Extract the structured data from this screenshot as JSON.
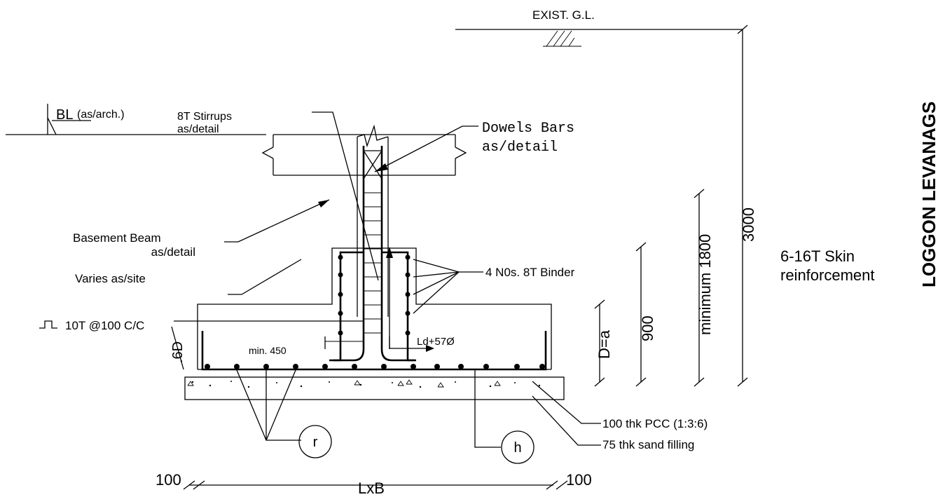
{
  "labels": {
    "exist_gl": "EXIST. G.L.",
    "bl": "BL",
    "bl_note": "(as/arch.)",
    "stirrups": "8T Stirrups",
    "stirrups_note": "as/detail",
    "dowels": "Dowels Bars",
    "dowels_note": "as/detail",
    "basement_beam": "Basement Beam",
    "basement_beam_note": "as/detail",
    "varies": "Varies as/site",
    "binder": "4 N0s. 8T Binder",
    "rebar_spacing": "10T @100 C/C",
    "min_450": "min. 450",
    "lap": "Ld+57Ø",
    "pcc": "100 thk PCC (1:3:6)",
    "sand": "75 thk sand filling",
    "r_tag": "r",
    "h_tag": "h",
    "lxb": "LxB",
    "dim_100_left": "100",
    "dim_100_right": "100",
    "dim_6d": ".6D",
    "dim_d": "D=a",
    "dim_900": "900",
    "dim_min1800": "minimum 1800",
    "dim_3000": "3000",
    "skin_line1": "6-16T Skin",
    "skin_line2": "reinforcement",
    "edge_text": "LOGGON LEVANAGS"
  }
}
